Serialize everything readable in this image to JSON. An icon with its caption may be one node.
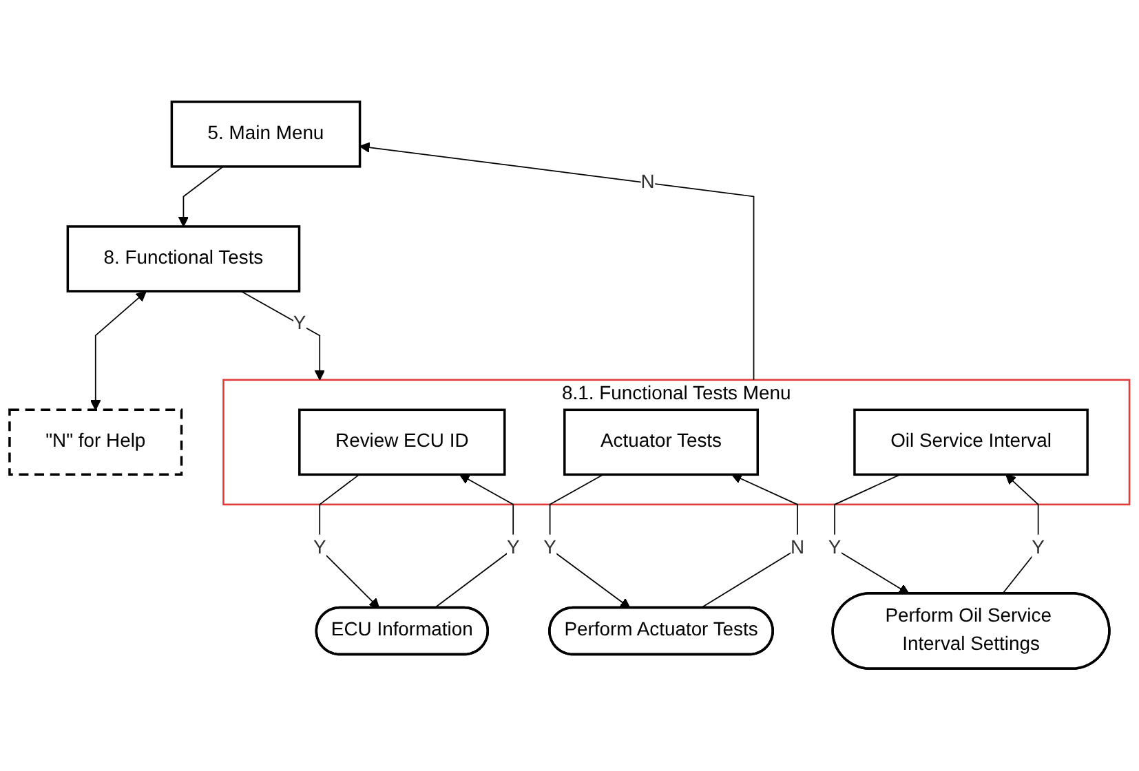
{
  "diagram": {
    "nodes": [
      {
        "text": [
          "5. Main Menu"
        ]
      },
      {
        "text": [
          "8. Functional Tests"
        ]
      },
      {
        "text": [
          "\"N\" for Help"
        ]
      },
      {
        "text": [
          "8.1. Functional Tests Menu"
        ]
      },
      {
        "text": [
          "Review ECU ID"
        ],
        "in": 3
      },
      {
        "text": [
          "ECU Information"
        ]
      },
      {
        "text": [
          "Actuator Tests"
        ],
        "in": 3
      },
      {
        "text": [
          "Perform Actuator Tests"
        ]
      },
      {
        "text": [
          "Oil Service Interval"
        ],
        "in": 3
      },
      {
        "text": [
          "Perform Oil Service Interval Settings"
        ]
      }
    ],
    "edges": [
      {
        "from": 0,
        "to": 1,
        "arrow": "to"
      },
      {
        "from": 1,
        "to": 2,
        "arrow": "both"
      },
      {
        "from": 1,
        "to": 3,
        "arrow": "to",
        "label": "Y"
      },
      {
        "from": 3,
        "to": 0,
        "arrow": "to",
        "label": "N"
      },
      {
        "from": 4,
        "to": 5,
        "arrow": "to",
        "label": "Y"
      },
      {
        "from": 5,
        "to": 4,
        "arrow": "to",
        "label": "Y"
      },
      {
        "from": 6,
        "to": 7,
        "arrow": "to",
        "label": "Y"
      },
      {
        "from": 7,
        "to": 6,
        "arrow": "to",
        "label": "N"
      },
      {
        "from": 8,
        "to": 9,
        "arrow": "to",
        "label": "Y"
      },
      {
        "from": 9,
        "to": 8,
        "arrow": "to",
        "label": "Y"
      }
    ]
  }
}
